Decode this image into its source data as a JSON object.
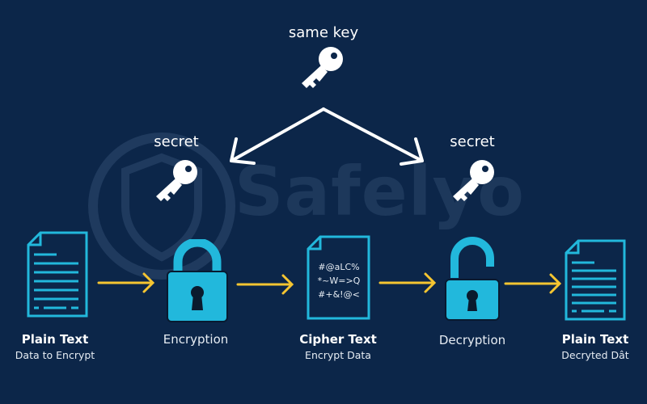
{
  "watermark": "Safelyo",
  "top": {
    "label": "same key"
  },
  "secret_left": {
    "label": "secret"
  },
  "secret_right": {
    "label": "secret"
  },
  "steps": [
    {
      "title": "Plain Text",
      "subtitle": "Data to Encrypt"
    },
    {
      "title": "Encryption"
    },
    {
      "title": "Cipher Text",
      "subtitle": "Encrypt Data",
      "cipher_lines": [
        "#@aLC%",
        "*~W=>Q",
        "#+&!@<"
      ]
    },
    {
      "title": "Decryption"
    },
    {
      "title": "Plain Text",
      "subtitle": "Decryted Dât"
    }
  ],
  "colors": {
    "background": "#0c2649",
    "accent": "#22b8dc",
    "arrow": "#f5c531",
    "key": "#ffffff"
  }
}
